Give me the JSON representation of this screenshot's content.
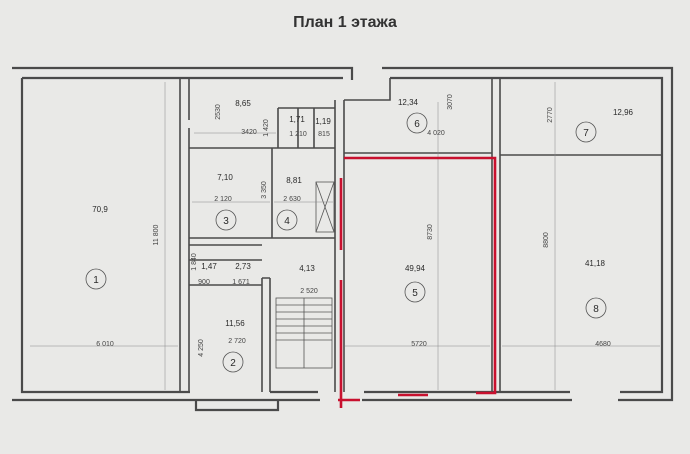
{
  "title": "План 1 этажа",
  "rooms": [
    {
      "num": "1",
      "area": "70,9"
    },
    {
      "num": "2",
      "area": "11,56"
    },
    {
      "num": "3",
      "area": "7,10"
    },
    {
      "num": "4",
      "area": "8,81"
    },
    {
      "num": "5",
      "area": "49,94"
    },
    {
      "num": "6",
      "area": "12,34"
    },
    {
      "num": "7",
      "area": "12,96"
    },
    {
      "num": "8",
      "area": "41,18"
    }
  ],
  "small_areas": [
    "8,65",
    "1,71",
    "1,19",
    "1,47",
    "2,73",
    "4,13"
  ],
  "dimensions": [
    "2530",
    "3420",
    "1 420",
    "1 210",
    "815",
    "3070",
    "4 020",
    "2770",
    "11 800",
    "2 120",
    "3 350",
    "2 630",
    "8730",
    "8800",
    "1 840",
    "900",
    "1 671",
    "2 520",
    "6 010",
    "4 250",
    "2 720",
    "5720",
    "4680"
  ],
  "colors": {
    "wall": "#4a4a4a",
    "highlight": "#c8102e",
    "paper": "#e9e9e7"
  }
}
